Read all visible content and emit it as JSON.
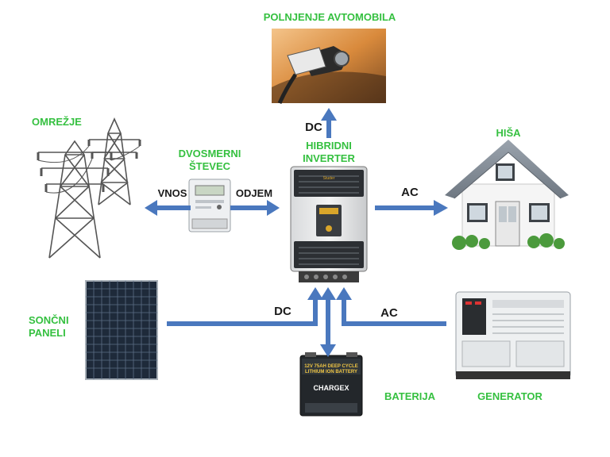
{
  "labels": {
    "car_charging": "POLNJENJE AVTOMOBILA",
    "grid": "OMREŽJE",
    "meter_line1": "DVOSMERNI",
    "meter_line2": "ŠTEVEC",
    "inverter_line1": "HIBRIDNI",
    "inverter_line2": "INVERTER",
    "house": "HIŠA",
    "solar_line1": "SONČNI",
    "solar_line2": "PANELI",
    "battery": "BATERIJA",
    "generator": "GENERATOR"
  },
  "flows": {
    "dc_car": "DC",
    "vnos": "VNOS",
    "odjem": "ODJEM",
    "ac_house": "AC",
    "dc_solar": "DC",
    "ac_generator": "AC"
  },
  "device_text": {
    "inverter_brand": "Studer",
    "battery_line1": "12V 75AH DEEP CYCLE",
    "battery_line2": "LITHIUM ION BATTERY",
    "battery_brand": "CHARGEX"
  },
  "colors": {
    "label_green": "#35c040",
    "arrow_blue": "#4a78be"
  }
}
